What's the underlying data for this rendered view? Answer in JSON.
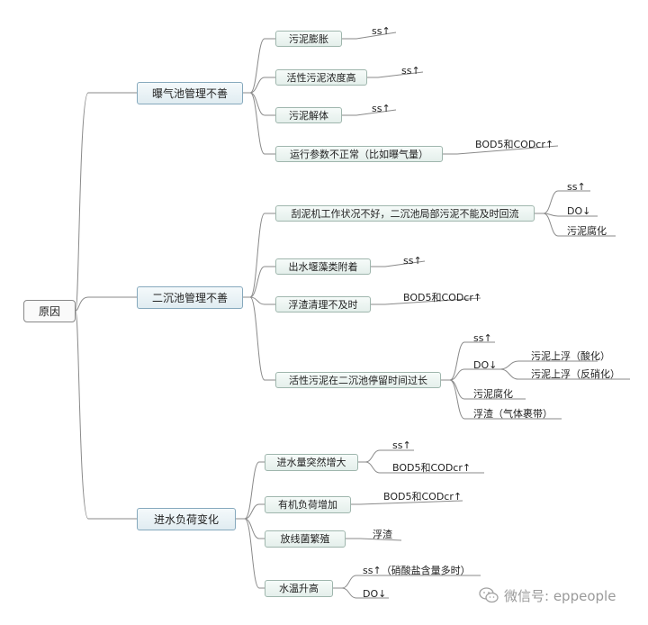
{
  "root": "原因",
  "branches": [
    {
      "label": "曝气池管理不善",
      "children": [
        {
          "label": "污泥膨胀",
          "effects": [
            "ss↑"
          ]
        },
        {
          "label": "活性污泥浓度高",
          "effects": [
            "ss↑"
          ]
        },
        {
          "label": "污泥解体",
          "effects": [
            "ss↑"
          ]
        },
        {
          "label": "运行参数不正常（比如曝气量）",
          "effects": [
            "BOD5和CODcr↑"
          ]
        }
      ]
    },
    {
      "label": "二沉池管理不善",
      "children": [
        {
          "label": "刮泥机工作状况不好，二沉池局部污泥不能及时回流",
          "effects": [
            "ss↑",
            "DO↓",
            "污泥腐化"
          ]
        },
        {
          "label": "出水堰藻类附着",
          "effects": [
            "ss↑"
          ]
        },
        {
          "label": "浮渣清理不及时",
          "effects": [
            "BOD5和CODcr↑"
          ]
        },
        {
          "label": "活性污泥在二沉池停留时间过长",
          "effects": [
            "ss↑",
            "DO↓",
            "污泥腐化",
            "浮渣（气体裹带）"
          ],
          "do_effects": [
            "污泥上浮（酸化）",
            "污泥上浮（反硝化）"
          ]
        }
      ]
    },
    {
      "label": "进水负荷变化",
      "children": [
        {
          "label": "进水量突然增大",
          "effects": [
            "ss↑",
            "BOD5和CODcr↑"
          ]
        },
        {
          "label": "有机负荷增加",
          "effects": [
            "BOD5和CODcr↑"
          ]
        },
        {
          "label": "放线菌繁殖",
          "effects": [
            "浮渣"
          ]
        },
        {
          "label": "水温升高",
          "effects": [
            "ss↑（硝酸盐含量多时）",
            "DO↓"
          ]
        }
      ]
    }
  ],
  "watermark": {
    "icon": "wechat-icon",
    "text": "微信号: eppeople"
  },
  "colors": {
    "line": "#8a8a8a",
    "box_border": "#9fb6ad",
    "box_fill": "#e8f1ee"
  }
}
